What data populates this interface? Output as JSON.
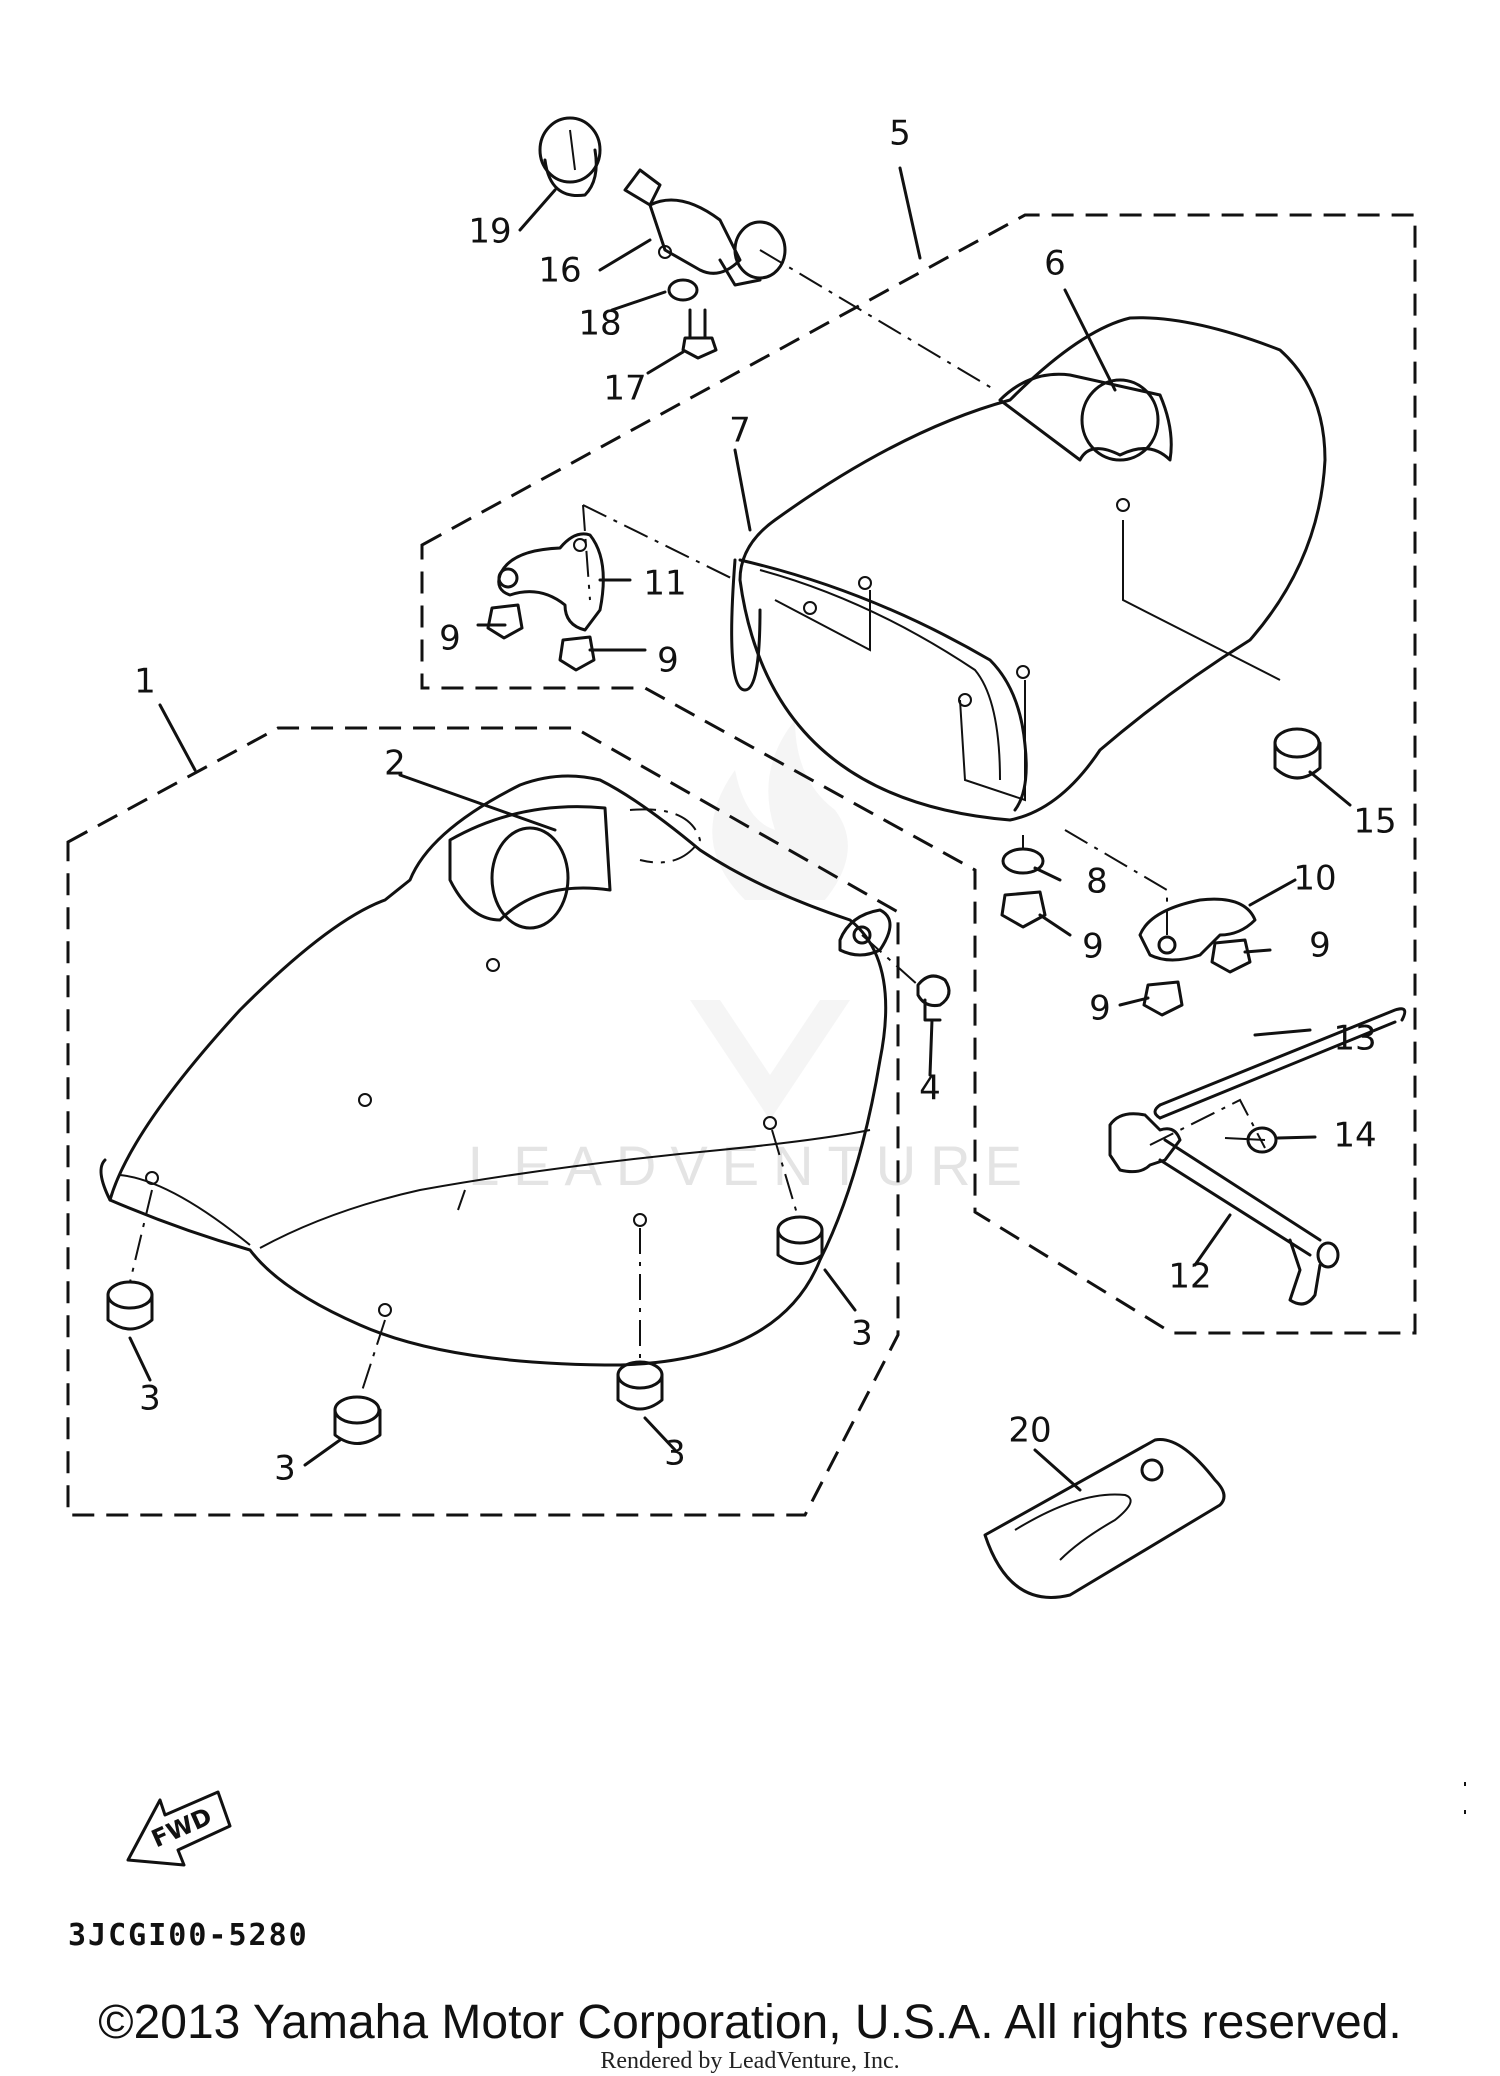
{
  "callouts": [
    {
      "id": "c1",
      "label": "1"
    },
    {
      "id": "c2",
      "label": "2"
    },
    {
      "id": "c3a",
      "label": "3"
    },
    {
      "id": "c3b",
      "label": "3"
    },
    {
      "id": "c3c",
      "label": "3"
    },
    {
      "id": "c3d",
      "label": "3"
    },
    {
      "id": "c4",
      "label": "4"
    },
    {
      "id": "c5",
      "label": "5"
    },
    {
      "id": "c6",
      "label": "6"
    },
    {
      "id": "c7",
      "label": "7"
    },
    {
      "id": "c8",
      "label": "8"
    },
    {
      "id": "c9a",
      "label": "9"
    },
    {
      "id": "c9b",
      "label": "9"
    },
    {
      "id": "c9c",
      "label": "9"
    },
    {
      "id": "c9d",
      "label": "9"
    },
    {
      "id": "c9e",
      "label": "9"
    },
    {
      "id": "c10",
      "label": "10"
    },
    {
      "id": "c11",
      "label": "11"
    },
    {
      "id": "c12",
      "label": "12"
    },
    {
      "id": "c13",
      "label": "13"
    },
    {
      "id": "c14",
      "label": "14"
    },
    {
      "id": "c15",
      "label": "15"
    },
    {
      "id": "c16",
      "label": "16"
    },
    {
      "id": "c17",
      "label": "17"
    },
    {
      "id": "c18",
      "label": "18"
    },
    {
      "id": "c19",
      "label": "19"
    },
    {
      "id": "c20",
      "label": "20"
    }
  ],
  "fwd_label": "FWD",
  "watermark": "LEADVENTURE",
  "diagram_code": "3JCGI00-5280",
  "copyright": "©2013 Yamaha Motor Corporation, U.S.A. All rights reserved.",
  "rendered_by": "Rendered by LeadVenture, Inc."
}
